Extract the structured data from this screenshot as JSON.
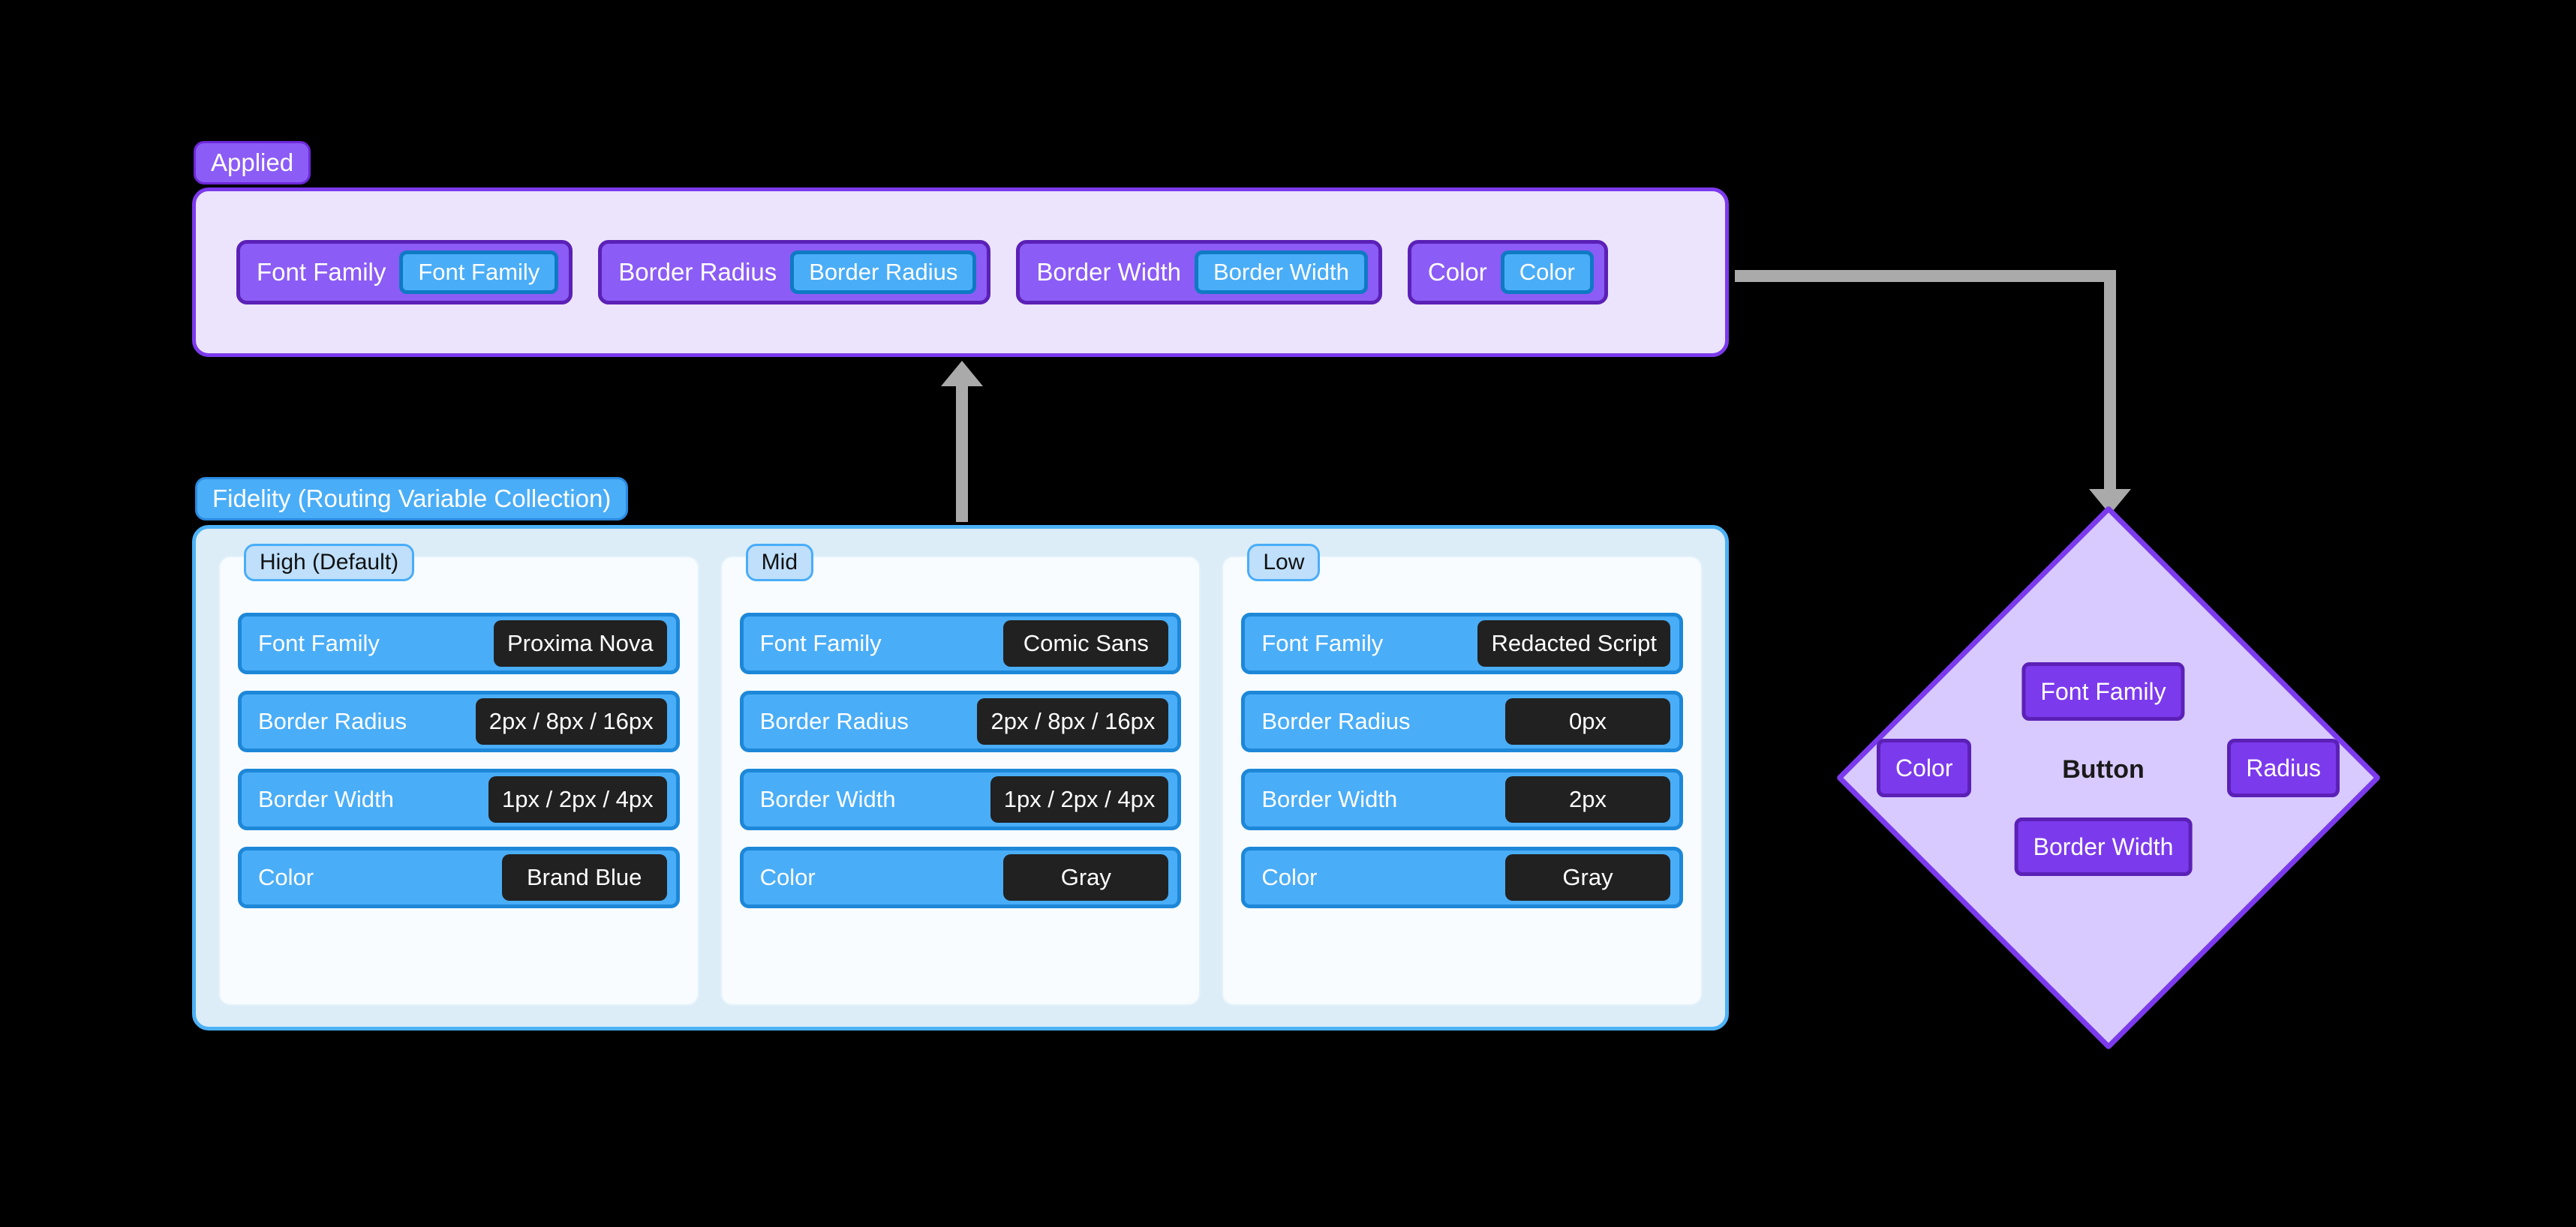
{
  "applied": {
    "badge_label": "Applied",
    "chips": [
      {
        "label": "Font Family",
        "pill": "Font Family"
      },
      {
        "label": "Border Radius",
        "pill": "Border Radius"
      },
      {
        "label": "Border Width",
        "pill": "Border Width"
      },
      {
        "label": "Color",
        "pill": "Color"
      }
    ]
  },
  "fidelity": {
    "badge_label": "Fidelity (Routing Variable Collection)",
    "columns": [
      {
        "badge_label": "High (Default)",
        "rows": [
          {
            "name": "Font Family",
            "value": "Proxima Nova"
          },
          {
            "name": "Border Radius",
            "value": "2px / 8px / 16px"
          },
          {
            "name": "Border Width",
            "value": "1px / 2px / 4px"
          },
          {
            "name": "Color",
            "value": "Brand Blue"
          }
        ]
      },
      {
        "badge_label": "Mid",
        "rows": [
          {
            "name": "Font Family",
            "value": "Comic Sans"
          },
          {
            "name": "Border Radius",
            "value": "2px / 8px / 16px"
          },
          {
            "name": "Border Width",
            "value": "1px / 2px / 4px"
          },
          {
            "name": "Color",
            "value": "Gray"
          }
        ]
      },
      {
        "badge_label": "Low",
        "rows": [
          {
            "name": "Font Family",
            "value": "Redacted Script"
          },
          {
            "name": "Border Radius",
            "value": "0px"
          },
          {
            "name": "Border Width",
            "value": "2px"
          },
          {
            "name": "Color",
            "value": "Gray"
          }
        ]
      }
    ]
  },
  "component": {
    "center_label": "Button",
    "top_label": "Font Family",
    "left_label": "Color",
    "right_label": "Radius",
    "bottom_label": "Border Width"
  },
  "colors": {
    "background": "#000000",
    "applied_panel_fill": "#ece4fd",
    "applied_panel_border": "#7c3aed",
    "applied_badge_fill": "#8b5cf6",
    "fidelity_panel_fill": "#dcedf8",
    "fidelity_panel_border": "#4db2f7",
    "fidelity_badge_fill": "#4aadf7",
    "column_card_fill": "#f8fcfe",
    "column_badge_fill": "#bfdffb",
    "variable_row_fill": "#4aadf7",
    "variable_row_border": "#1d87d8",
    "value_chip_fill": "#212121",
    "diamond_fill": "#d8caff",
    "diamond_border": "#7c3aed",
    "property_box_fill": "#7c3aed",
    "connector": "#aaaaaa"
  }
}
